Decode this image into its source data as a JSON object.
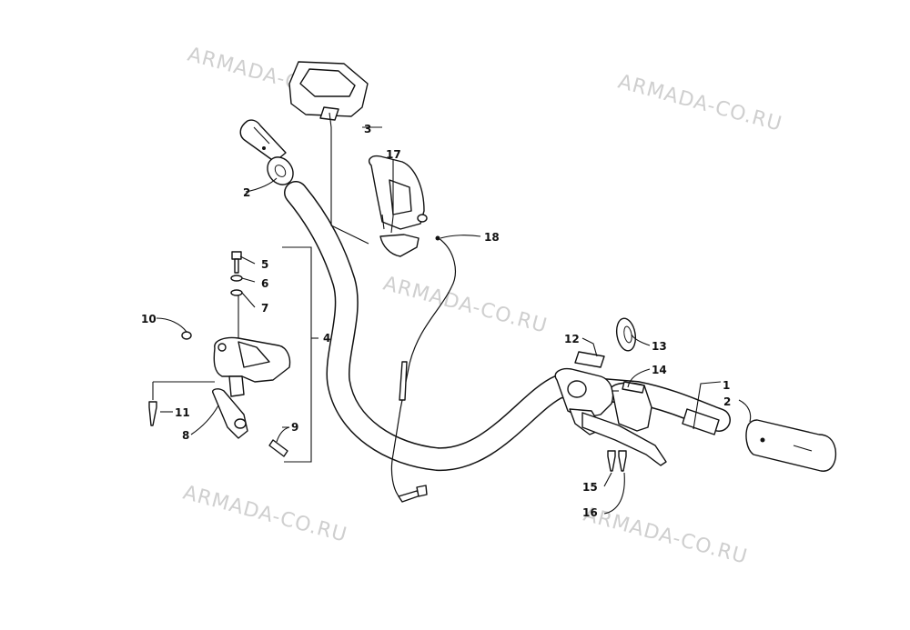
{
  "watermark": "ARMADA-CO.RU",
  "callouts": [
    "1",
    "2",
    "2",
    "3",
    "4",
    "5",
    "6",
    "7",
    "8",
    "9",
    "10",
    "11",
    "12",
    "13",
    "14",
    "15",
    "16",
    "17",
    "18"
  ]
}
